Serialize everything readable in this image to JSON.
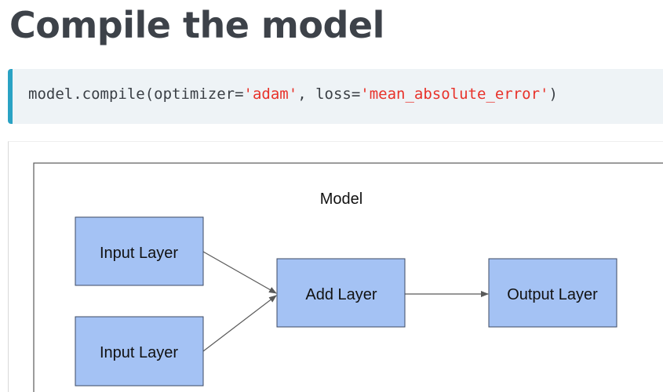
{
  "heading": {
    "title": "Compile the model"
  },
  "code": {
    "prefix": "model.compile(optimizer=",
    "optimizer_value": "'adam'",
    "middle": ", loss=",
    "loss_value": "'mean_absolute_error'",
    "suffix": ")"
  },
  "diagram": {
    "container_label": "Model",
    "nodes": {
      "input_1": "Input Layer",
      "input_2": "Input Layer",
      "add": "Add Layer",
      "output": "Output Layer"
    },
    "colors": {
      "node_fill": "#a4c2f4",
      "node_stroke": "#3c4a63",
      "arrow": "#595959",
      "container_stroke": "#595959"
    }
  },
  "colors": {
    "title": "#3d4249",
    "code_background": "#eef3f6",
    "code_accent": "#2aa2c4",
    "code_text": "#3a3f45",
    "code_string": "#e8322a"
  }
}
